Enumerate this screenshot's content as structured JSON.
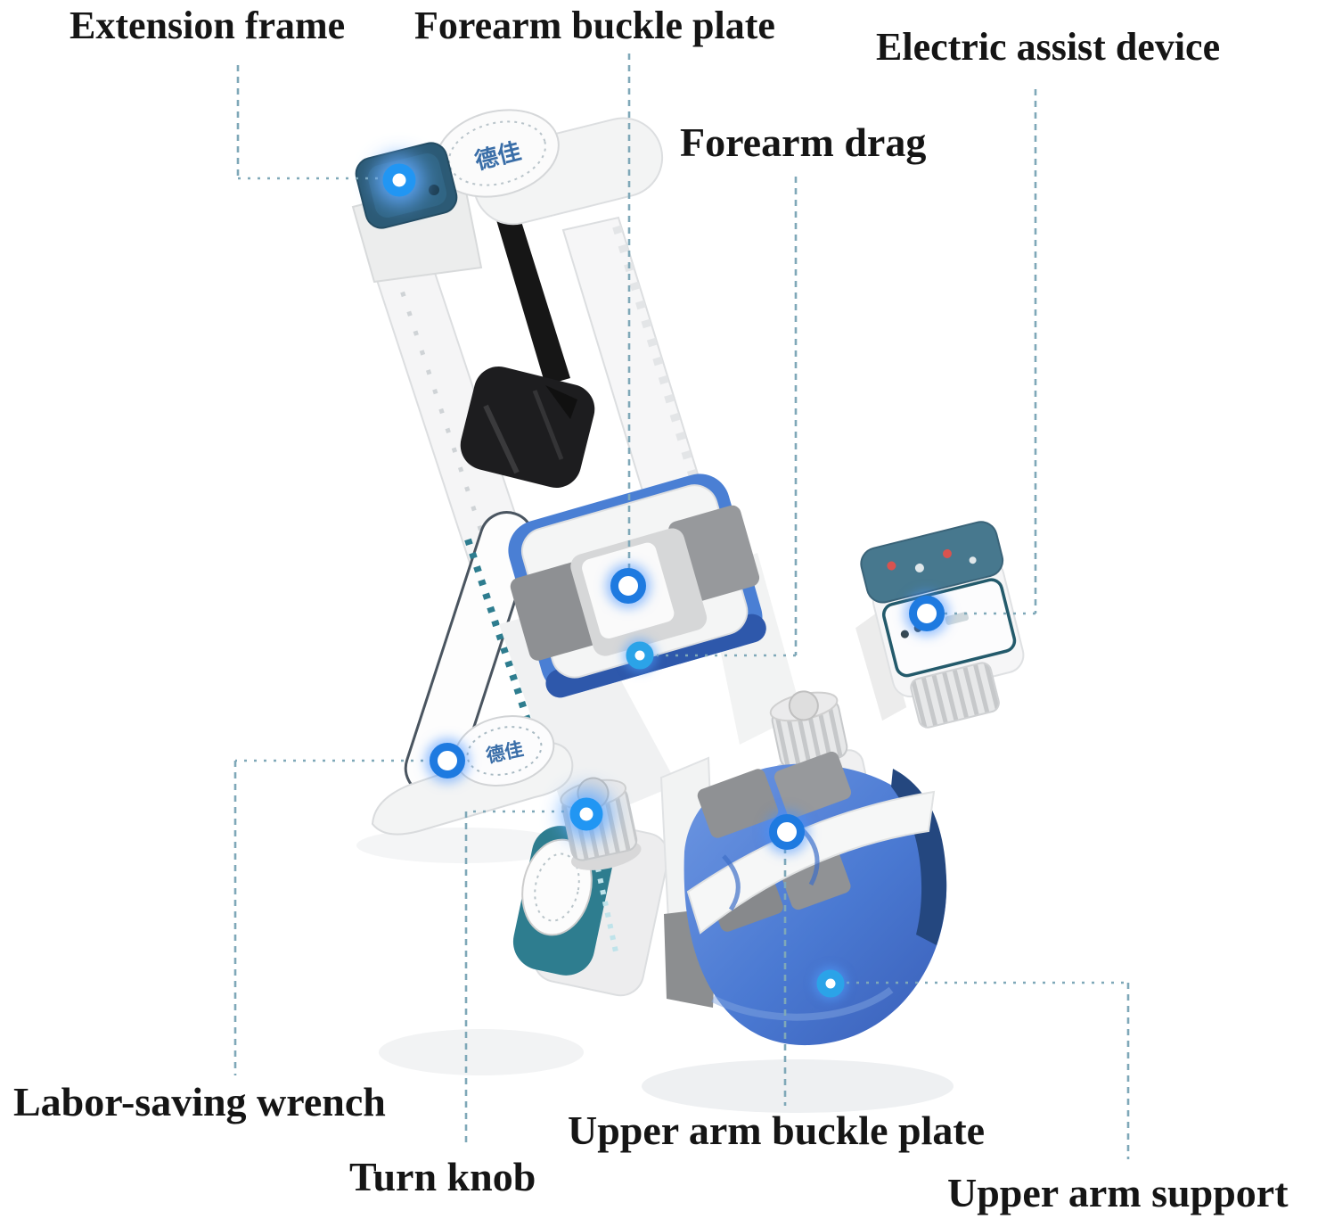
{
  "figure": {
    "type": "annotated-product-diagram",
    "subject": "Elbow joint fixation brace with electric assist device"
  },
  "labels": {
    "extension_frame": "Extension frame",
    "forearm_buckle_plate": "Forearm buckle plate",
    "electric_assist_device": "Electric assist device",
    "forearm_drag": "Forearm drag",
    "labor_saving_wrench": "Labor-saving wrench",
    "turn_knob": "Turn knob",
    "upper_arm_buckle_plate": "Upper arm buckle plate",
    "upper_arm_support": "Upper arm support"
  },
  "logo_text": "德佳",
  "colors": {
    "background": "#ffffff",
    "label_text": "#151515",
    "callout_line": "#7fa8b8",
    "marker_blue": "#1e7ae0",
    "device_panel_teal": "#2c5a75",
    "accent_teal": "#2e7d8f",
    "support_cup_blue": "#4a79d2",
    "strap_gray": "#8f9194",
    "cuff_black": "#1d1d1f"
  }
}
